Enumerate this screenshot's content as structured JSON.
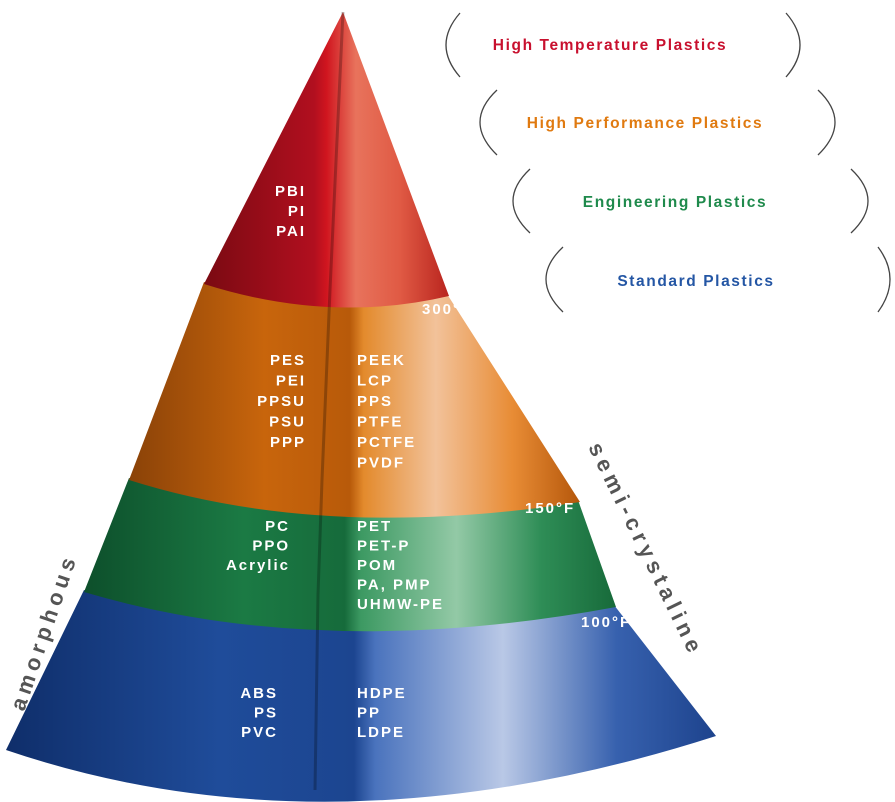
{
  "legend": {
    "high_temperature": "High Temperature Plastics",
    "high_performance": "High Performance Plastics",
    "engineering": "Engineering Plastics",
    "standard": "Standard Plastics"
  },
  "colors": {
    "high_temperature": "#c8102e",
    "high_performance": "#e07a10",
    "engineering": "#1f8a4c",
    "standard": "#2456a4"
  },
  "axis": {
    "left": "amorphous",
    "right": "semi-crystaline"
  },
  "thresholds": {
    "t300": "300°F",
    "t150": "150°F",
    "t100": "100°F"
  },
  "tiers": {
    "high_temperature": {
      "amorphous": [
        "PBI",
        "PI",
        "PAI"
      ],
      "semicrystalline": []
    },
    "high_performance": {
      "amorphous": [
        "PES",
        "PEI",
        "PPSU",
        "PSU",
        "PPP"
      ],
      "semicrystalline": [
        "PEEK",
        "LCP",
        "PPS",
        "PTFE",
        "PCTFE",
        "PVDF"
      ]
    },
    "engineering": {
      "amorphous": [
        "PC",
        "PPO",
        "Acrylic"
      ],
      "semicrystalline": [
        "PET",
        "PET-P",
        "POM",
        "PA, PMP",
        "UHMW-PE"
      ]
    },
    "standard": {
      "amorphous": [
        "ABS",
        "PS",
        "PVC"
      ],
      "semicrystalline": [
        "HDPE",
        "PP",
        "LDPE"
      ]
    }
  }
}
